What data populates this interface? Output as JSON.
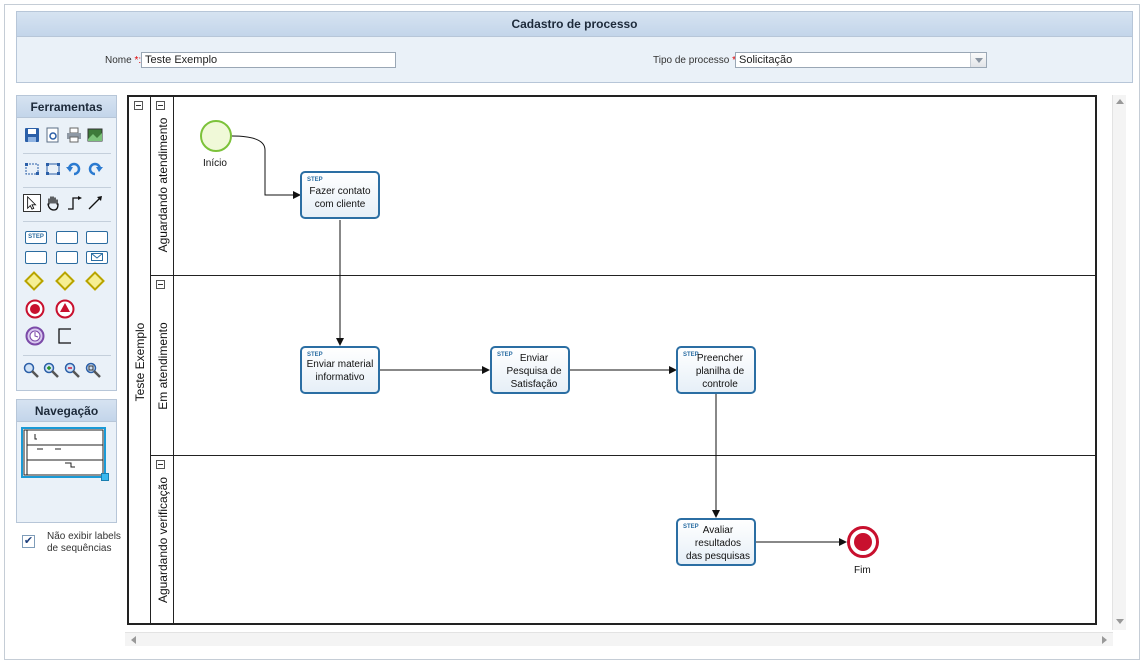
{
  "header": {
    "title": "Cadastro de processo",
    "name_label": "Nome",
    "name_value": "Teste Exemplo",
    "type_label": "Tipo de processo",
    "type_value": "Solicitação",
    "required_mark": "*:"
  },
  "tools_panel": {
    "title": "Ferramentas",
    "row1": [
      "save-icon",
      "preview-icon",
      "print-icon",
      "image-export-icon"
    ],
    "row2": [
      "select-area-icon",
      "fit-icon",
      "undo-icon",
      "redo-icon"
    ],
    "row3": [
      "pointer-icon",
      "pan-hand-icon",
      "elbow-connector-icon",
      "line-connector-icon"
    ],
    "row4": [
      "step-task-icon",
      "subprocess-icon",
      "user-task-icon"
    ],
    "row5": [
      "script-task-icon",
      "manual-task-icon",
      "message-task-icon"
    ],
    "row6": [
      "exclusive-gateway-icon",
      "cancel-gateway-icon",
      "parallel-gateway-icon"
    ],
    "row7": [
      "end-event-icon",
      "error-event-icon"
    ],
    "row8": [
      "timer-event-icon",
      "annotation-icon"
    ],
    "row9": [
      "zoom-icon",
      "zoom-in-icon",
      "zoom-out-icon",
      "zoom-fit-icon"
    ],
    "step_text": "STEP"
  },
  "nav_panel": {
    "title": "Navegação"
  },
  "options": {
    "hide_labels_text": "Não exibir labels de sequências",
    "hide_labels_checked": true
  },
  "diagram": {
    "pool_label": "Teste Exemplo",
    "lanes": [
      "Aguardando atendimento",
      "Em atendimento",
      "Aguardando verificação"
    ],
    "task_tag": "STEP",
    "start_label": "Início",
    "end_label": "Fim",
    "tasks": [
      "Fazer contato com cliente",
      "Enviar material informativo",
      "Enviar Pesquisa de Satisfação",
      "Preencher planilha de controle",
      "Avaliar resultados das pesquisas"
    ]
  },
  "colors": {
    "panel_bg": "#eaf1f8",
    "header_bar": "#c3d5ea",
    "task_border": "#2b6ea3",
    "start_event": "#7cc23a",
    "end_event": "#c8102e"
  }
}
